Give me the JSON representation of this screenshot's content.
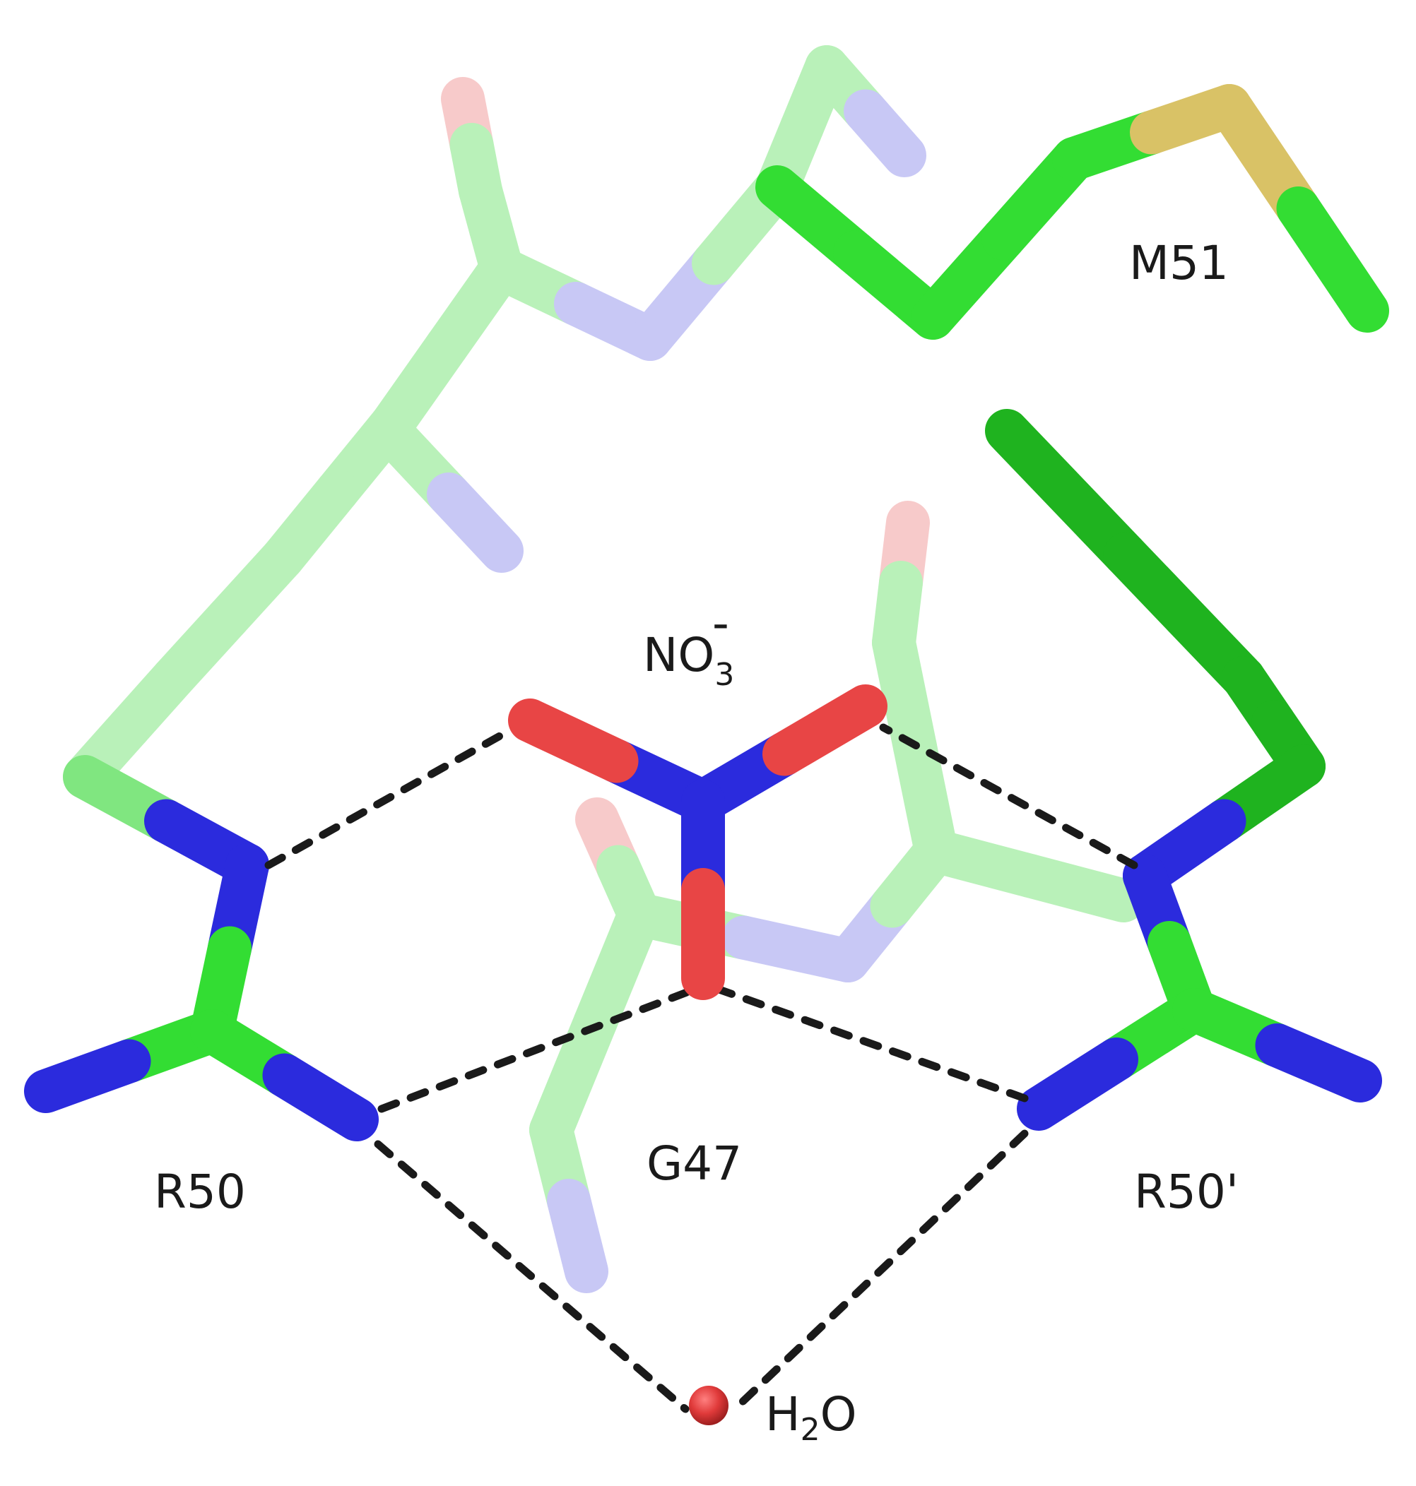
{
  "labels": {
    "m51": "M51",
    "nitrate_base": "NO",
    "nitrate_sub": "3",
    "nitrate_sup": "-",
    "r50": "R50",
    "g47": "G47",
    "r50_prime": "R50'",
    "water_base": "H",
    "water_sub": "2",
    "water_tail": "O"
  },
  "colors": {
    "carbon_light": "#80e680",
    "carbon": "#33dd33",
    "carbon_dark": "#1fb31f",
    "nitrogen": "#2b2bdd",
    "nitrogen_faded": "#9c9cee",
    "oxygen": "#e84545",
    "oxygen_faded": "#f2a0a0",
    "sulfur": "#d9c266",
    "hbond": "#1a1a1a"
  }
}
